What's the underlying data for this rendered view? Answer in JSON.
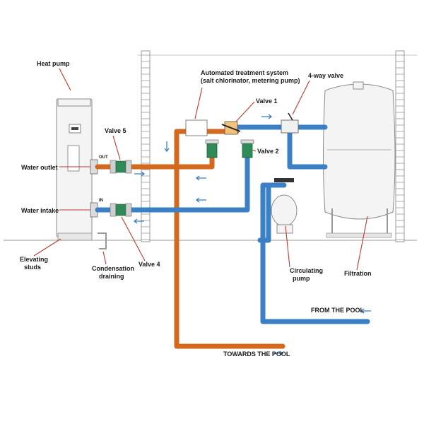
{
  "labels": {
    "heat_pump": "Heat pump",
    "water_outlet": "Water outlet",
    "water_intake": "Water intake",
    "elevating_studs": "Elevating\nstuds",
    "condensation_draining": "Condensation\ndraining",
    "valve_4": "Valve 4",
    "valve_5": "Valve 5",
    "automated_treatment": "Automated treatment system\n(salt chlorinator, metering pump)",
    "valve_1": "Valve 1",
    "valve_2": "Valve 2",
    "four_way_valve": "4-way valve",
    "circulating_pump": "Circulating\npump",
    "filtration": "Filtration",
    "from_the_pool": "FROM THE POOL",
    "towards_the_pool": "TOWARDS THE POOL",
    "out_tag": "OUT",
    "in_tag": "IN"
  },
  "colors": {
    "hot_pipe": "#d2691e",
    "cold_pipe": "#3b7fc4",
    "leader_line": "#c0392b",
    "valve_green": "#2e8b57"
  }
}
